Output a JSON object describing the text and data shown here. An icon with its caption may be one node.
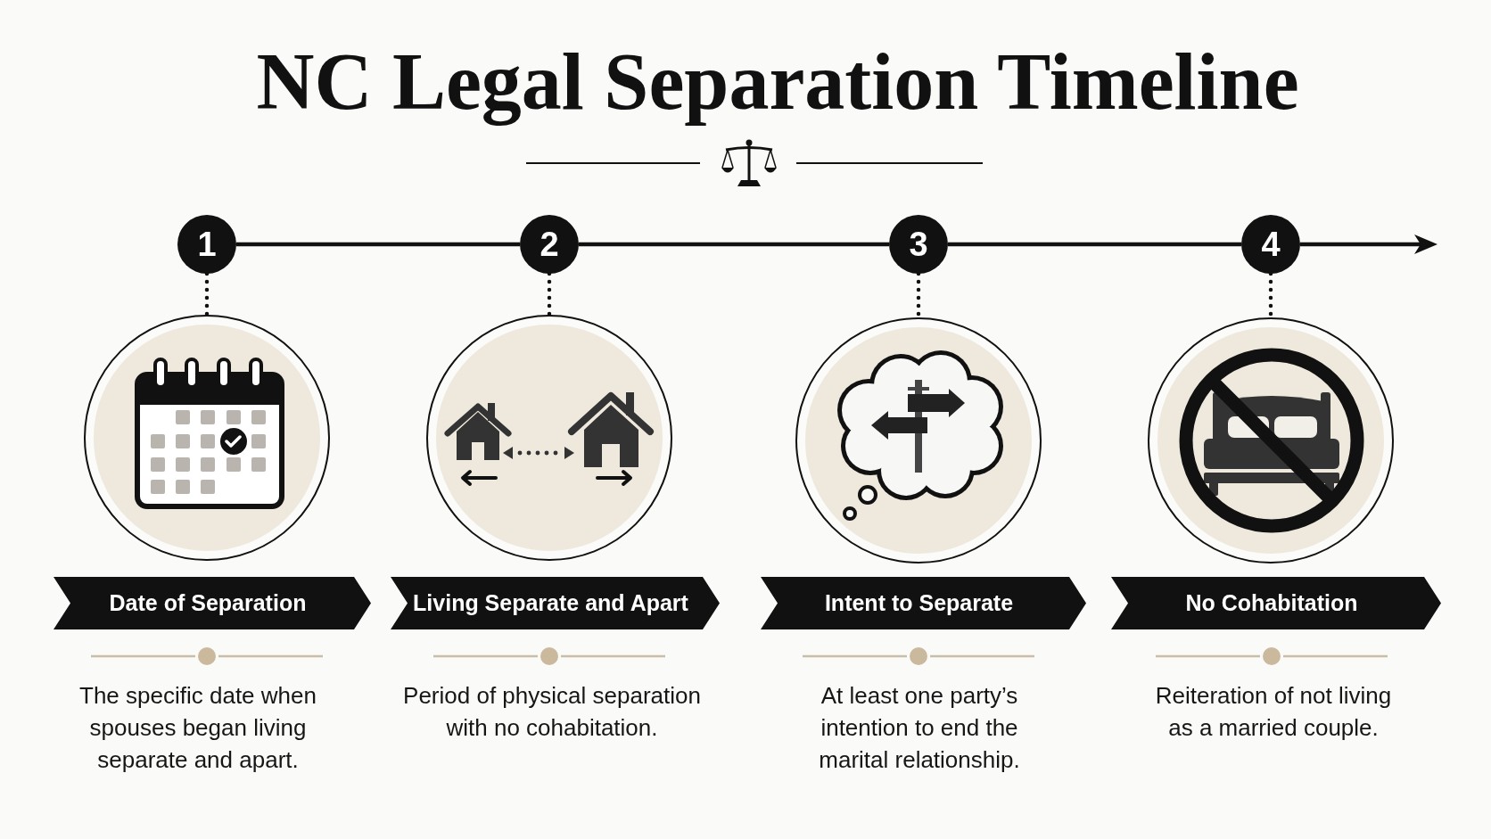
{
  "diagram": {
    "title": "NC Legal Separation Timeline",
    "nodes": [
      {
        "text": [
          "1"
        ]
      },
      {
        "text": [],
        "shape": "picture"
      },
      {
        "text": [
          "Date of Separation"
        ],
        "beside": [
          "The specific date when spouses began living separate and apart."
        ]
      },
      {
        "text": [
          "2"
        ]
      },
      {
        "text": [],
        "shape": "picture"
      },
      {
        "text": [
          "Living Separate and Apart"
        ],
        "beside": [
          "Period of physical separation with no cohabitation."
        ]
      },
      {
        "text": [
          "3"
        ]
      },
      {
        "text": [],
        "shape": "picture"
      },
      {
        "text": [
          "Intent to Separate"
        ],
        "beside": [
          "At least one party’s intention to end the marital relationship."
        ]
      },
      {
        "text": [
          "4"
        ]
      },
      {
        "text": [],
        "shape": "picture"
      },
      {
        "text": [
          "No Cohabitation"
        ],
        "beside": [
          "Reiteration of not living as a married couple."
        ]
      }
    ],
    "edges": [
      {
        "from": 0,
        "to": 3,
        "arrow": "none"
      },
      {
        "from": 3,
        "to": 6,
        "arrow": "none"
      },
      {
        "from": 6,
        "to": 9,
        "arrow": "none"
      },
      {
        "from": 9,
        "to": null,
        "arrow": "to"
      },
      {
        "from": 0,
        "to": 1,
        "arrow": "none",
        "style": "dashed"
      },
      {
        "from": 3,
        "to": 4,
        "arrow": "none",
        "style": "dashed"
      },
      {
        "from": 6,
        "to": 7,
        "arrow": "none",
        "style": "dashed"
      },
      {
        "from": 9,
        "to": 10,
        "arrow": "none",
        "style": "dashed"
      }
    ]
  }
}
